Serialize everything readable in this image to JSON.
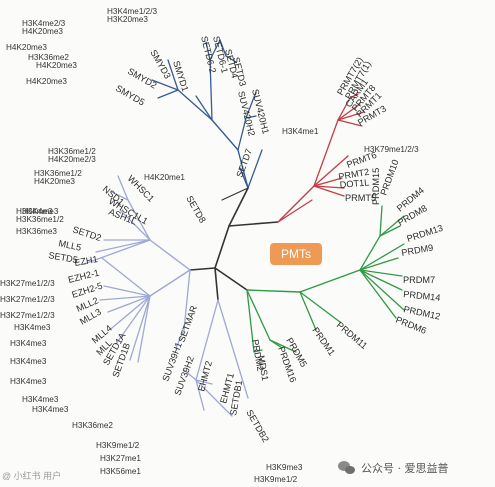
{
  "center_label": "PMTs",
  "watermark_left": "@ 小红书 用户",
  "watermark_right": "公众号 · 爱思益普",
  "colors": {
    "blue": "#365b95",
    "red": "#c43c45",
    "green": "#2f9a43",
    "lavender": "#9ea8d5",
    "center": "#ef9a54"
  },
  "genes": [
    "SMYD3",
    "SMYD1",
    "SMYD2",
    "SMYD5",
    "SETD6-2",
    "SETD6-1",
    "SETD4",
    "SETD3",
    "SUV420H2",
    "SUV420H1",
    "SETD7",
    "SETD8",
    "PRMT7(2)",
    "PRMT7(1)",
    "CARM1",
    "PRMT8",
    "PRMT1",
    "PRMT3",
    "PRMT6",
    "PRMT2",
    "DOT1L",
    "PRMT5",
    "PRDM15",
    "PRDM10",
    "PRDM4",
    "PRDM8",
    "PRDM13",
    "PRDM9",
    "PRDM7",
    "PRDM14",
    "PRDM12",
    "PRDM6",
    "PRDM11",
    "PRDM1",
    "PRDM5",
    "PRDM16",
    "MDS1",
    "PRDM2",
    "WHSC1",
    "NSD1",
    "WHSC1L1",
    "ASH1L",
    "SETD2",
    "MLL5",
    "SETD5",
    "EZH1",
    "EZH2-1",
    "EZH2-5",
    "MLL2",
    "MLL3",
    "MLL4",
    "MLL",
    "SETD1A",
    "SETD1B",
    "SETMAR",
    "SUV39H1",
    "SUV39H2",
    "EHMT2",
    "EHMT1",
    "SETDB1",
    "SETDB2"
  ],
  "annotations": [
    "H3K4me1/2/3",
    "H3K20me3",
    "H3K4me2/3",
    "H4K20me3",
    "H4K20me3",
    "H3K36me2",
    "H4K20me3",
    "H4K20me3",
    "H3K4me1",
    "H3K79me1/2/3",
    "H4K20me1",
    "H3K4me3",
    "H3K36me1/2",
    "H4K20me2/3",
    "H3K36me1/2",
    "H4K20me3",
    "H3K4me3",
    "H3K36me1/2",
    "H3K36me3",
    "H3K27me1/2/3",
    "H3K27me1/2/3",
    "H3K27me1/2/3",
    "H3K4me3",
    "H3K4me3",
    "H3K4me3",
    "H3K4me3",
    "H3K4me3",
    "H3K4me3",
    "H3K36me2",
    "H3K9me1/2",
    "H3K27me1",
    "H3K56me1",
    "H3K9me3",
    "H3K9me1/2"
  ]
}
